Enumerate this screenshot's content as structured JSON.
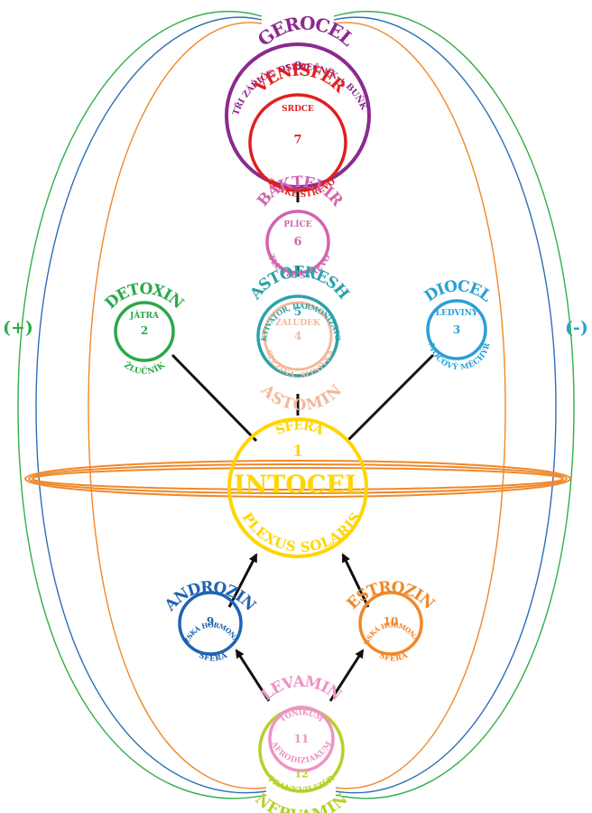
{
  "side_labels": {
    "left": "(+)",
    "right": "(-)"
  },
  "colors": {
    "green": "#2fb04a",
    "blue": "#2e6fb8",
    "orange": "#f0882a",
    "cyan": "#2aa0d8",
    "purple": "#8b2a8e",
    "red": "#e0201f",
    "pink": "#cf65ae",
    "teal": "#2aa3a8",
    "peach": "#f3b89a",
    "darkgreen": "#2aa84a",
    "yellow": "#ffd500",
    "darkblue": "#1e64b0",
    "lightpink": "#ef93c4",
    "lime": "#b9cf2a"
  },
  "nodes": {
    "gerocel": {
      "name": "GEROCEL",
      "number": "8",
      "desc": "TŘI ZÁŘIČE, OSRDEČNÍK + BUŇKY"
    },
    "venisfer": {
      "name": "VENISFÉR",
      "number": "7",
      "top": "SRDCE",
      "bottom": "TENKÉ STŘEVO"
    },
    "baktevir": {
      "name": "BAKTEVIR",
      "number": "6",
      "top": "PLÍCE",
      "bottom": "TLUSTÉ STŘEVO"
    },
    "astofresh": {
      "name": "ASTOFRESH",
      "number": "5",
      "desc": "AKTIVÁTOR, HARMONIZÁTOR"
    },
    "astomin": {
      "name": "ASTOMIN",
      "number": "4",
      "top": "ŽALUDEK",
      "bottom": "SLEZINA, SLINIVKA"
    },
    "detoxin": {
      "name": "DETOXIN",
      "number": "2",
      "top": "JÁTRA",
      "bottom": "ŽLUČNÍK"
    },
    "diocel": {
      "name": "DIOCEL",
      "number": "3",
      "top": "LEDVINY",
      "bottom": "MOČOVÝ MĚCHÝŘ"
    },
    "intocel": {
      "name": "INTOCEL",
      "number": "1",
      "top": "SFÉRA",
      "bottom": "PLEXUS SOLARIS"
    },
    "androzin": {
      "name": "ANDROZIN",
      "number": "9",
      "desc": "MUŽSKÁ HORMONÁLNÍ",
      "bottom": "SFÉRA"
    },
    "estrozin": {
      "name": "ESTROZIN",
      "number": "10",
      "desc": "ŽENSKÁ HORMONÁLNÍ",
      "bottom": "SFÉRA"
    },
    "levamin": {
      "name": "LEVAMIN",
      "number": "11",
      "top": "TONIKUM",
      "bottom": "AFRODIZIAKUM"
    },
    "nervamin": {
      "name": "NERVAMIN",
      "number": "12",
      "desc": "TRANKVILIZÉR"
    }
  }
}
